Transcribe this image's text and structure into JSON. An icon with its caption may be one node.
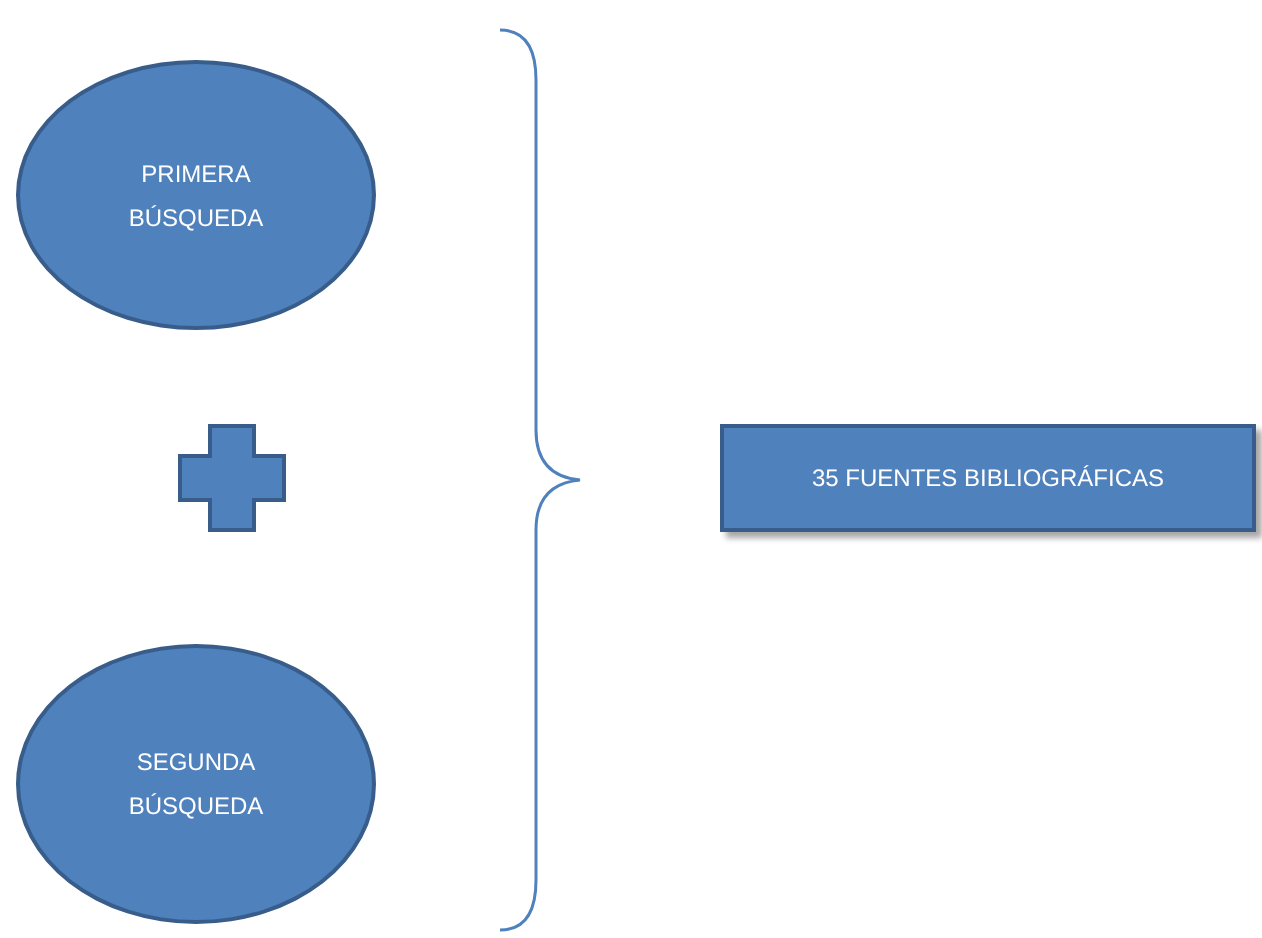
{
  "diagram": {
    "nodes": [
      {
        "text": [
          "PRIMERA BÚSQUEDA"
        ]
      },
      {
        "text": [
          "SEGUNDA BÚSQUEDA"
        ]
      },
      {
        "text": [
          "35 FUENTES BIBLIOGRÁFICAS"
        ]
      }
    ]
  }
}
